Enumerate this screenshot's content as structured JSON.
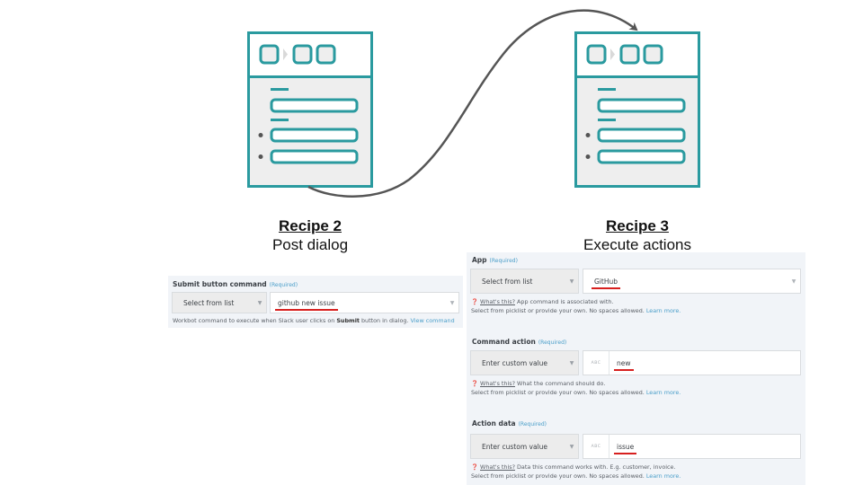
{
  "colors": {
    "teal": "#2a9a9f",
    "doc_fill": "#eeeeee",
    "arrow": "#555555",
    "panel_bg": "#f1f4f8",
    "link": "#4a9ec9",
    "underline_red": "#d7201f"
  },
  "recipes": [
    {
      "title": "Recipe 2",
      "subtitle": "Post dialog",
      "icon": "document-form-icon"
    },
    {
      "title": "Recipe 3",
      "subtitle": "Execute actions",
      "icon": "document-form-icon"
    }
  ],
  "arrow": {
    "from": "Recipe 2",
    "to": "Recipe 3",
    "icon": "curved-arrow-icon"
  },
  "recipe2_form": {
    "field_label": "Submit button command",
    "required": "(Required)",
    "select_value": "Select from list",
    "input_value": "github new issue",
    "hint_prefix": "Workbot command to execute when Slack user clicks on ",
    "hint_bold": "Submit",
    "hint_suffix": " button in dialog. ",
    "hint_link": "View command"
  },
  "recipe3_form": {
    "fields": [
      {
        "label": "App",
        "required": "(Required)",
        "select_value": "Select from list",
        "input_value": "GitHub",
        "has_abc": false,
        "whats_this": "What's this?",
        "hint_line1": " App command is associated with.",
        "hint_line2": "Select from picklist or provide your own. No spaces allowed. ",
        "learn_more": "Learn more."
      },
      {
        "label": "Command action",
        "required": "(Required)",
        "select_value": "Enter custom value",
        "abc": "ABC",
        "input_value": "new",
        "has_abc": true,
        "whats_this": "What's this?",
        "hint_line1": " What the command should do.",
        "hint_line2": "Select from picklist or provide your own. No spaces allowed. ",
        "learn_more": "Learn more."
      },
      {
        "label": "Action data",
        "required": "(Required)",
        "select_value": "Enter custom value",
        "abc": "ABC",
        "input_value": "issue",
        "has_abc": true,
        "whats_this": "What's this?",
        "hint_line1": " Data this command works with. E.g. customer, invoice.",
        "hint_line2": "Select from picklist or provide your own. No spaces allowed. ",
        "learn_more": "Learn more."
      }
    ]
  }
}
